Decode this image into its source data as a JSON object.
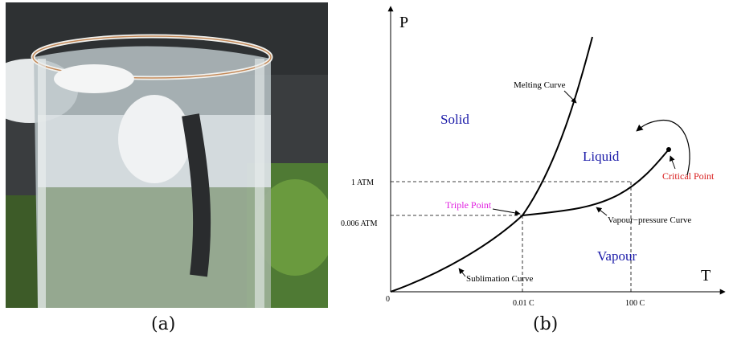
{
  "captions": {
    "a": "(a)",
    "b": "(b)"
  },
  "photo": {
    "subject": "glass of water with ice cubes outdoors",
    "colors": {
      "sky": "#e9ecee",
      "foliage": "#3f6b2a",
      "water": "#c9d2d6",
      "dark": "#2a2c2e"
    }
  },
  "diagram": {
    "axis_labels": {
      "y": "P",
      "x": "T",
      "origin": "0"
    },
    "pressure_ticks": {
      "one_atm": "1 ATM",
      "triple": "0.006 ATM"
    },
    "temperature_ticks": {
      "triple": "0.01 C",
      "boiling": "100 C"
    },
    "regions": {
      "solid": "Solid",
      "liquid": "Liquid",
      "vapour": "Vapour"
    },
    "curves": {
      "melting": "Melting Curve",
      "vapour_pressure": "Vapour−pressure Curve",
      "sublimation": "Sublimation Curve"
    },
    "points": {
      "triple": "Triple Point",
      "critical": "Critical Point"
    },
    "colors": {
      "region": "#1a1aa8",
      "triple_point": "#e020e0",
      "critical_point": "#d81a1a",
      "line": "#000000"
    }
  }
}
